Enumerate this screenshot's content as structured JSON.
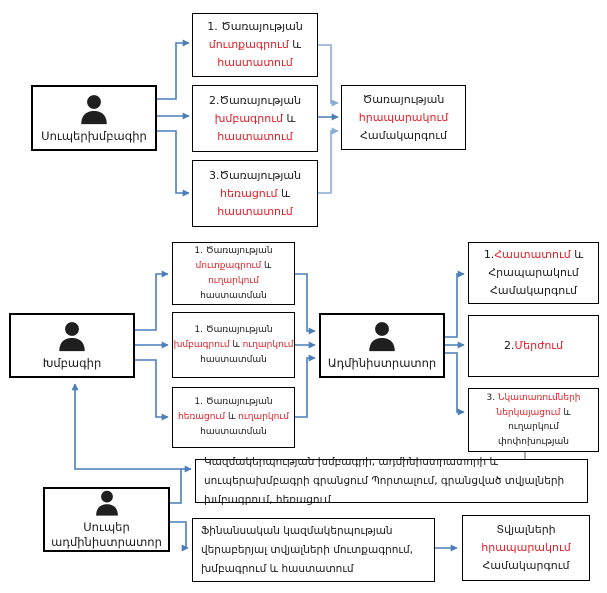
{
  "colors": {
    "red": "#e21e25",
    "text": "#1a1a1a",
    "arrow": "#4a7eba",
    "arrow_light": "#8aabd3",
    "connector": "#555555"
  },
  "actors": {
    "super_editor": "Սուպերխմբագիր",
    "editor": "Խմբագիր",
    "administrator": "Ադմինիստրատոր",
    "super_admin_l1": "Սուպեր",
    "super_admin_l2": "ադմինիստրատոր"
  },
  "top_tasks": {
    "t1": {
      "l1": "1. Ծառայության",
      "l2_red": "մուտքագրում",
      "l2_black": " և",
      "l3_red": "հաստատում"
    },
    "t2": {
      "l1": "2.Ծառայության",
      "l2_red": "խմբագրում",
      "l2_black": " և",
      "l3_red": "հաստատում"
    },
    "t3": {
      "l1": "3.Ծառայության",
      "l2_red": "հեռացում",
      "l2_black": " և",
      "l3_red": "հաստատում"
    },
    "result": {
      "l1": "Ծառայության",
      "l2_red": "հրապարակում",
      "l3": "Համակարգում"
    }
  },
  "editor_tasks": {
    "m1": {
      "l1": "1. Ծառայության",
      "l2_red": "մուտքագրում",
      "l2_black": " և",
      "l3_red": "ուղարկում",
      "l4": "հաստատման"
    },
    "m2": {
      "l1": "1. Ծառայության",
      "l2_red1": "խմբագրում",
      "l2_black": " և ",
      "l2_red2": "ուղարկում",
      "l3": "հաստատման"
    },
    "m3": {
      "l1": "1. Ծառայության",
      "l2_red1": "հեռացում",
      "l2_black": " և ",
      "l2_red2": "ուղարկում",
      "l3": "հաստատման"
    }
  },
  "admin_tasks": {
    "r1": {
      "n": "1.",
      "l1_red": "Հաստատում",
      "l1_black": " և",
      "l2": "Հրապարակում",
      "l3": "Համակարգում"
    },
    "r2": {
      "n": "2.",
      "red": "Մերժում"
    },
    "r3": {
      "n": "3. ",
      "l1_red": "Նկատառումների",
      "l2_red": "ներկայացում",
      "l2_black": " և",
      "l3": "ուղարկում",
      "l4": "փոփոխության"
    }
  },
  "super_admin_tasks": {
    "w1": "Կազմակերպության խմբագրի, ադմինիստրատորի և սուպերախմբագրի գրանցում Պորտալում, գրանցված տվյալների խմբագրում, հեռացում",
    "w2": "Ֆինանսական կազմակերպության վերաբերյալ տվյալների մուտքագրում, խմբագրում և հաստատում",
    "f": {
      "l1": "Տվյալների",
      "l2_red": "հրապարակում",
      "l3": "Համակարգում"
    }
  }
}
